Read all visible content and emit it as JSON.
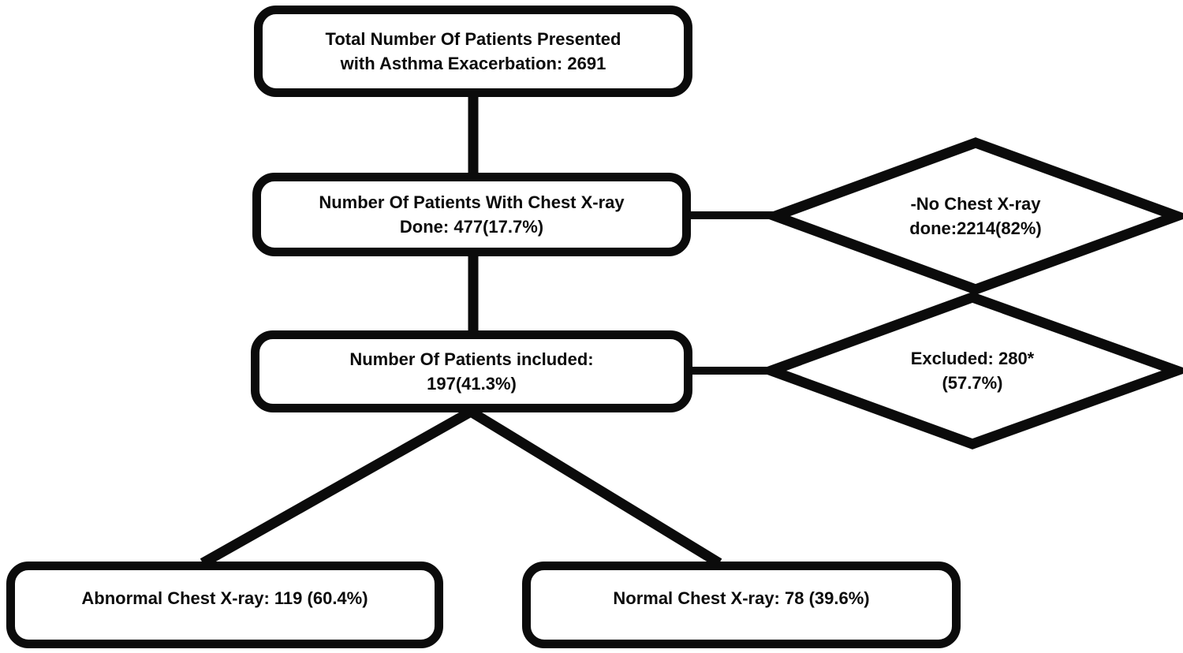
{
  "diagram": {
    "kind": "patient-flow-chart",
    "colors": {
      "ink": "#0b0b0b",
      "background": "#ffffff"
    },
    "nodes": {
      "total": {
        "line1": "Total Number Of Patients Presented",
        "line2": "with Asthma Exacerbation: 2691"
      },
      "xray_done": {
        "line1": "Number Of Patients With Chest X-ray",
        "line2": "Done: 477(17.7%)"
      },
      "included": {
        "line1": "Number Of Patients included:",
        "line2": "197(41.3%)"
      },
      "abnormal": {
        "label": "Abnormal Chest X-ray: 119 (60.4%)"
      },
      "normal": {
        "label": "Normal Chest X-ray: 78 (39.6%)"
      }
    },
    "diamonds": {
      "no_xray": {
        "line1": "-No Chest X-ray",
        "line2": "done:2214(82%)"
      },
      "excluded": {
        "line1": "Excluded: 280*",
        "line2": "(57.7%)"
      }
    }
  }
}
